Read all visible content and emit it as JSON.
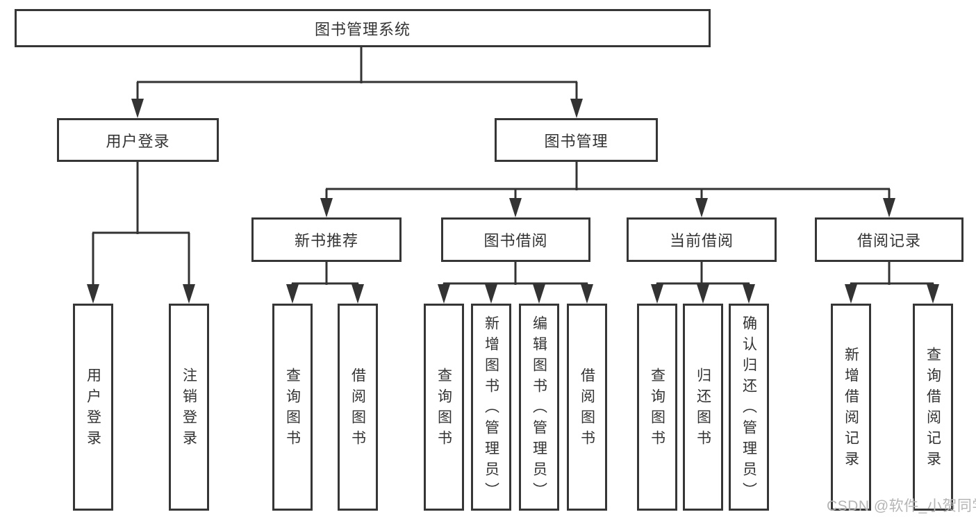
{
  "diagram_title": "图书管理系统",
  "nodes": {
    "root": "图书管理系统",
    "user_login_branch": "用户登录",
    "book_management": "图书管理",
    "new_book_recommend": "新书推荐",
    "book_borrow": "图书借阅",
    "current_borrow": "当前借阅",
    "borrow_records": "借阅记录",
    "leaf_user_login": "用户登录",
    "leaf_logout": "注销登录",
    "leaf_query_books_newrec": "查询图书",
    "leaf_borrow_books_newrec": "借阅图书",
    "leaf_query_books_borrow": "查询图书",
    "leaf_add_book_admin": "新增图书（管理员）",
    "leaf_edit_book_admin": "编辑图书（管理员）",
    "leaf_borrow_books_borrow": "借阅图书",
    "leaf_query_books_current": "查询图书",
    "leaf_return_books": "归还图书",
    "leaf_confirm_return_admin": "确认归还（管理员）",
    "leaf_add_borrow_record": "新增借阅记录",
    "leaf_query_borrow_record": "查询借阅记录"
  },
  "watermark": "CSDN @软件_小贺同学",
  "colors": {
    "line": "#333333",
    "box_border": "#363636",
    "text": "#333333",
    "watermark": "#b5b5b5",
    "background": "#ffffff"
  }
}
